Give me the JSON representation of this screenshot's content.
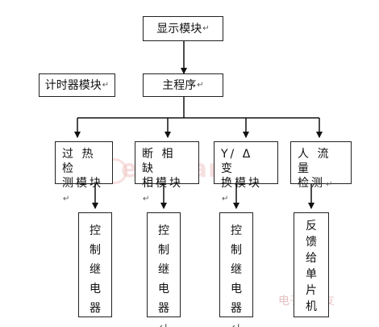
{
  "nodes": {
    "display": "显示模块",
    "timer": "计时器模块",
    "main": "主程序",
    "overheat": [
      "过 热 检",
      "测模块"
    ],
    "phase_loss": [
      "断 相 缺",
      "相模块"
    ],
    "star_delta": [
      "Y/ Δ 变",
      "换模块"
    ],
    "people_flow": [
      "人 流 量",
      "检测"
    ],
    "relay1": [
      "控",
      "制",
      "继",
      "电",
      "器"
    ],
    "relay2": [
      "控",
      "制",
      "继",
      "电",
      "器"
    ],
    "relay3": [
      "控",
      "制",
      "继",
      "电",
      "器"
    ],
    "feedback": [
      "反",
      "馈",
      "给",
      "单",
      "片",
      "机"
    ]
  },
  "return_mark": "↵",
  "watermark": {
    "logo": "elecfans",
    "site": "电子发烧友"
  }
}
